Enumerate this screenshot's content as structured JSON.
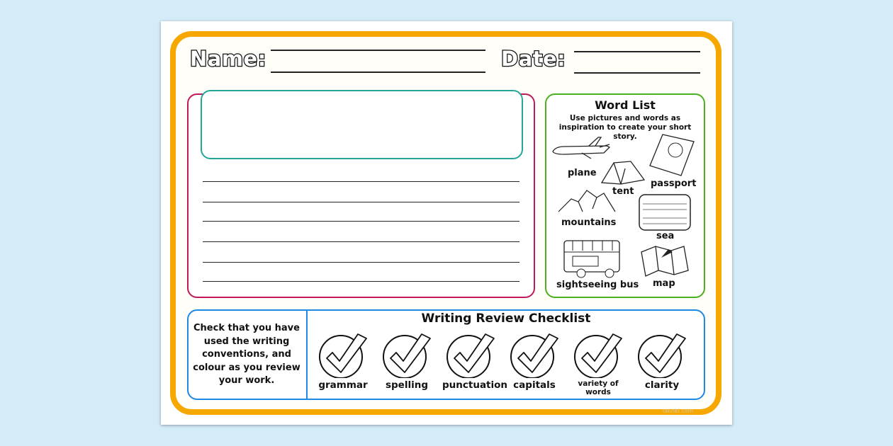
{
  "header": {
    "name_label": "Name:",
    "date_label": "Date:"
  },
  "word_list": {
    "title": "Word List",
    "instructions": "Use pictures and words as inspiration to create your short story.",
    "words": [
      "plane",
      "tent",
      "passport",
      "mountains",
      "sea",
      "sightseeing bus",
      "map"
    ]
  },
  "checklist": {
    "instructions": "Check that you have used the writing conventions, and colour as you review your work.",
    "title": "Writing Review Checklist",
    "items": [
      "grammar",
      "spelling",
      "punctuation",
      "capitals",
      "variety of words",
      "clarity"
    ]
  },
  "watermark": "twinkl.com",
  "colors": {
    "background": "#d4ecf8",
    "frame": "#f6a800",
    "story_box": "#c2185b",
    "title_box": "#26a69a",
    "word_list_box": "#4caf20",
    "checklist_box": "#1e88e5"
  }
}
